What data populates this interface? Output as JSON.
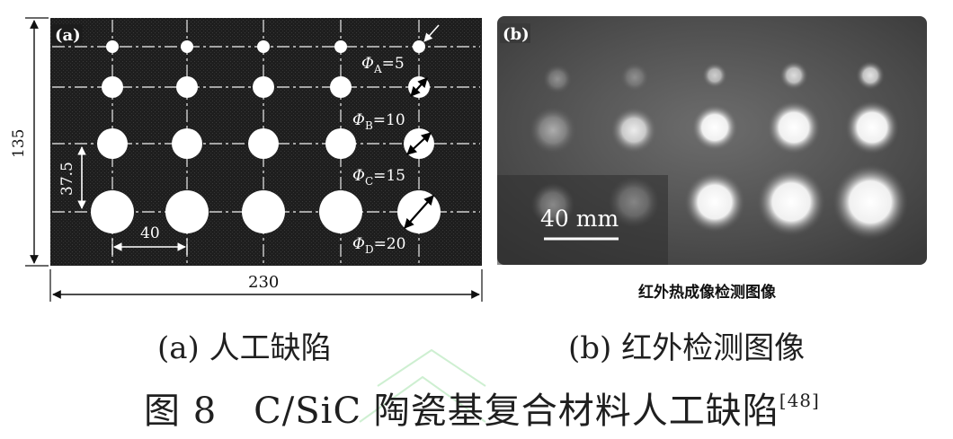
{
  "panel_a": {
    "label": "(a)",
    "dim_height": "135",
    "dim_width": "230",
    "dim_spacing_y": "37.5",
    "dim_spacing_x": "40",
    "diameters": [
      {
        "sym": "Φ",
        "sub": "A",
        "val": "=5"
      },
      {
        "sym": "Φ",
        "sub": "B",
        "val": "=10"
      },
      {
        "sym": "Φ",
        "sub": "C",
        "val": "=15"
      },
      {
        "sym": "Φ",
        "sub": "D",
        "val": "=20"
      }
    ]
  },
  "panel_b": {
    "label": "(b)",
    "scale_label": "40 mm",
    "caption_label": "红外热成像检测图像"
  },
  "captions": {
    "a": "(a) 人工缺陷",
    "b": "(b) 红外检测图像"
  },
  "figure": {
    "title": "图 8　C/SiC 陶瓷基复合材料人工缺陷",
    "ref": "[48]"
  },
  "colors": {
    "plate": "#1c1c1c",
    "dash": "#d0d0d0",
    "hole": "#ffffff"
  }
}
